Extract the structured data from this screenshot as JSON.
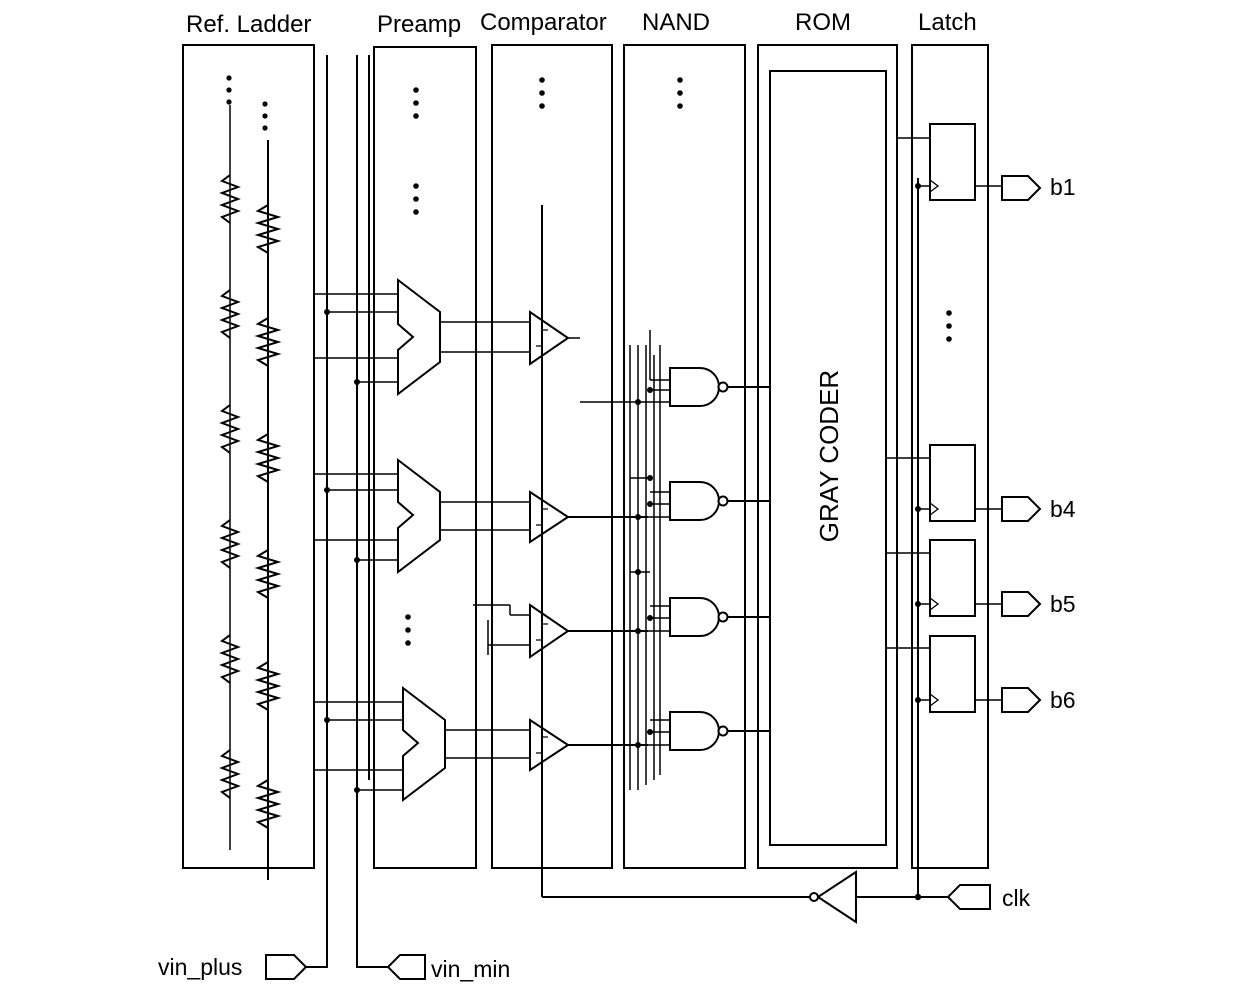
{
  "headers": {
    "ref_ladder": "Ref. Ladder",
    "preamp": "Preamp",
    "comparator": "Comparator",
    "nand": "NAND",
    "rom": "ROM",
    "latch": "Latch"
  },
  "rom_label": "GRAY CODER",
  "outputs": [
    "b1",
    "b4",
    "b5",
    "b6"
  ],
  "inputs": {
    "vin_plus": "vin_plus",
    "vin_min": "vin_min",
    "clk": "clk"
  }
}
